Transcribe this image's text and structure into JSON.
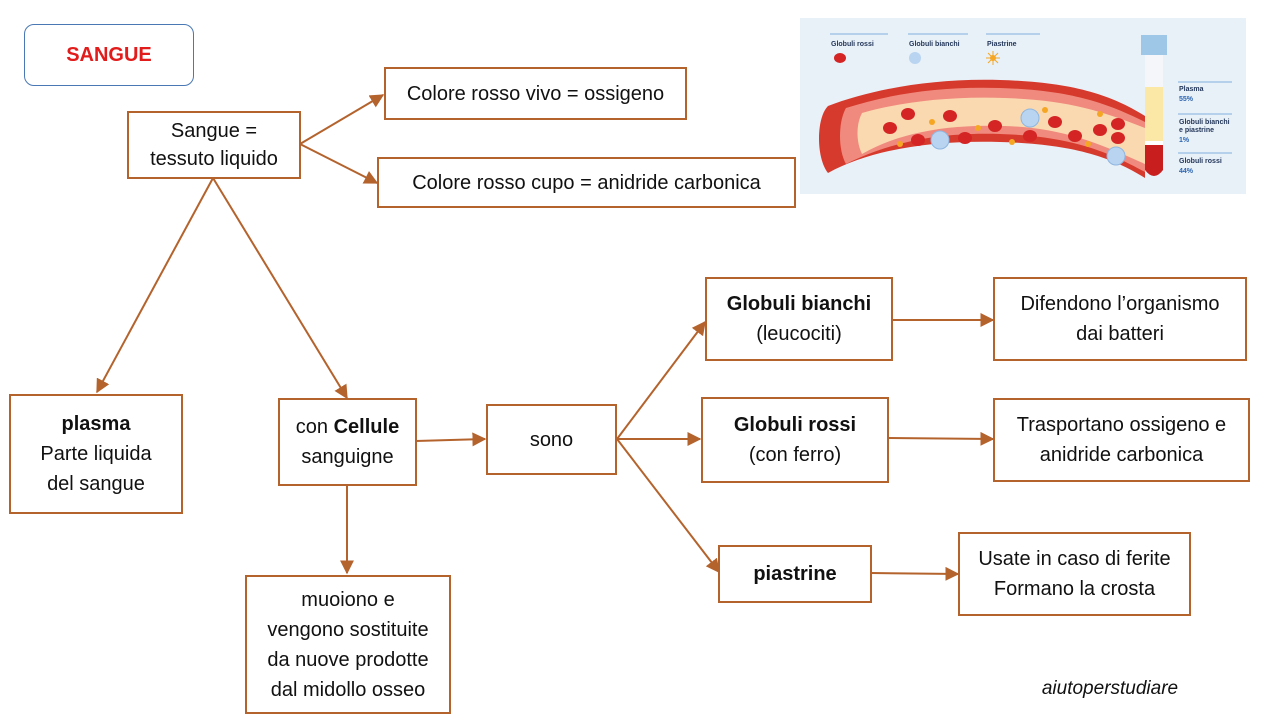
{
  "title": "SANGUE",
  "nodes": {
    "root": {
      "line1": "Sangue =",
      "line2": "tessuto liquido"
    },
    "red_bright": "Colore rosso vivo = ossigeno",
    "red_dark": "Colore rosso cupo = anidride carbonica",
    "plasma": {
      "title": "plasma",
      "line2": "Parte liquida",
      "line3": "del sangue"
    },
    "cells": {
      "prefix": "con ",
      "bold": "Cellule",
      "line2": "sanguigne"
    },
    "sono": "sono",
    "renewal": {
      "line1": "muoiono e",
      "line2": "vengono sostituite",
      "line3": "da nuove prodotte",
      "line4": "dal midollo osseo"
    },
    "white": {
      "title": "Globuli bianchi",
      "sub": "(leucociti)"
    },
    "red": {
      "title": "Globuli rossi",
      "sub": "(con ferro)"
    },
    "platelets": {
      "title": "piastrine"
    },
    "white_desc": {
      "line1": "Difendono l’organismo",
      "line2": "dai batteri"
    },
    "red_desc": {
      "line1": "Trasportano ossigeno e",
      "line2": "anidride carbonica"
    },
    "platelets_desc": {
      "line1": "Usate in caso di ferite",
      "line2": "Formano la crosta"
    }
  },
  "illustration": {
    "legend": [
      "Globuli rossi",
      "Globuli bianchi",
      "Piastrine"
    ],
    "tube_labels": [
      {
        "name": "Plasma",
        "value": "55%"
      },
      {
        "name1": "Globuli bianchi",
        "name2": "e piastrine",
        "value": "1%"
      },
      {
        "name": "Globuli rossi",
        "value": "44%"
      }
    ]
  },
  "credit": "aiutoperstudiare",
  "colors": {
    "border": "#b4632d",
    "title": "#e21b1b",
    "title_border": "#4a78b5"
  }
}
